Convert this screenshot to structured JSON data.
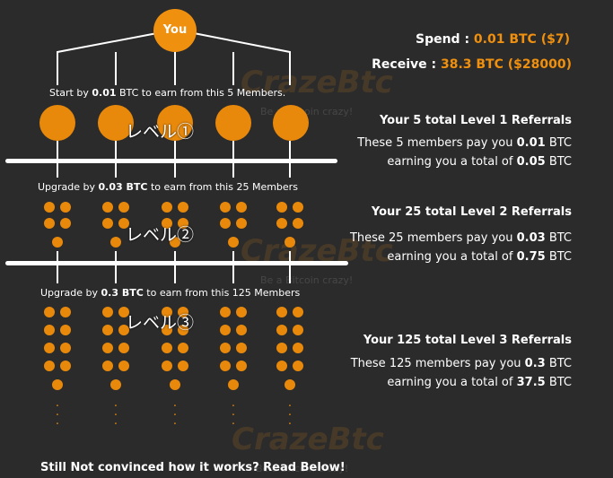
{
  "root": {
    "label": "You"
  },
  "spend": {
    "label": "Spend :",
    "value": "0.01 BTC ($7)"
  },
  "receive": {
    "label": "Receive :",
    "value": "38.3 BTC ($28000)"
  },
  "levels": [
    {
      "caption": {
        "pre": "Start by ",
        "amount": "0.01",
        "post": " BTC to earn from this 5 Members."
      },
      "mark": "レベル①",
      "heading": "Your 5 total Level 1 Referrals",
      "pay": {
        "pre": "These 5 members pay you ",
        "amount": "0.01",
        "post": " BTC"
      },
      "earn": {
        "pre": "earning you a total of ",
        "amount": "0.05",
        "post": " BTC"
      }
    },
    {
      "caption": {
        "pre": "Upgrade by ",
        "amount": "0.03 BTC",
        "post": " to earn from this 25 Members"
      },
      "mark": "レベル②",
      "heading": "Your 25 total Level 2 Referrals",
      "pay": {
        "pre": "These 25 members pay you ",
        "amount": "0.03",
        "post": " BTC"
      },
      "earn": {
        "pre": "earning you a total of ",
        "amount": "0.75",
        "post": " BTC"
      }
    },
    {
      "caption": {
        "pre": "Upgrade by ",
        "amount": "0.3 BTC",
        "post": " to earn from this 125 Members"
      },
      "mark": "レベル③",
      "heading": "Your 125 total Level 3 Referrals",
      "pay": {
        "pre": "These 125 members pay you ",
        "amount": "0.3",
        "post": " BTC"
      },
      "earn": {
        "pre": "earning you a total of ",
        "amount": "37.5",
        "post": " BTC"
      }
    }
  ],
  "ellipsis": ".",
  "footer": "Still Not convinced how it works? Read Below!",
  "watermark": {
    "logo": "CrazeBtc",
    "tagline": "Be a Bitcoin crazy!"
  },
  "colors": {
    "accent": "#f0900f",
    "node": "#e8890c",
    "background": "#2b2b2b"
  }
}
